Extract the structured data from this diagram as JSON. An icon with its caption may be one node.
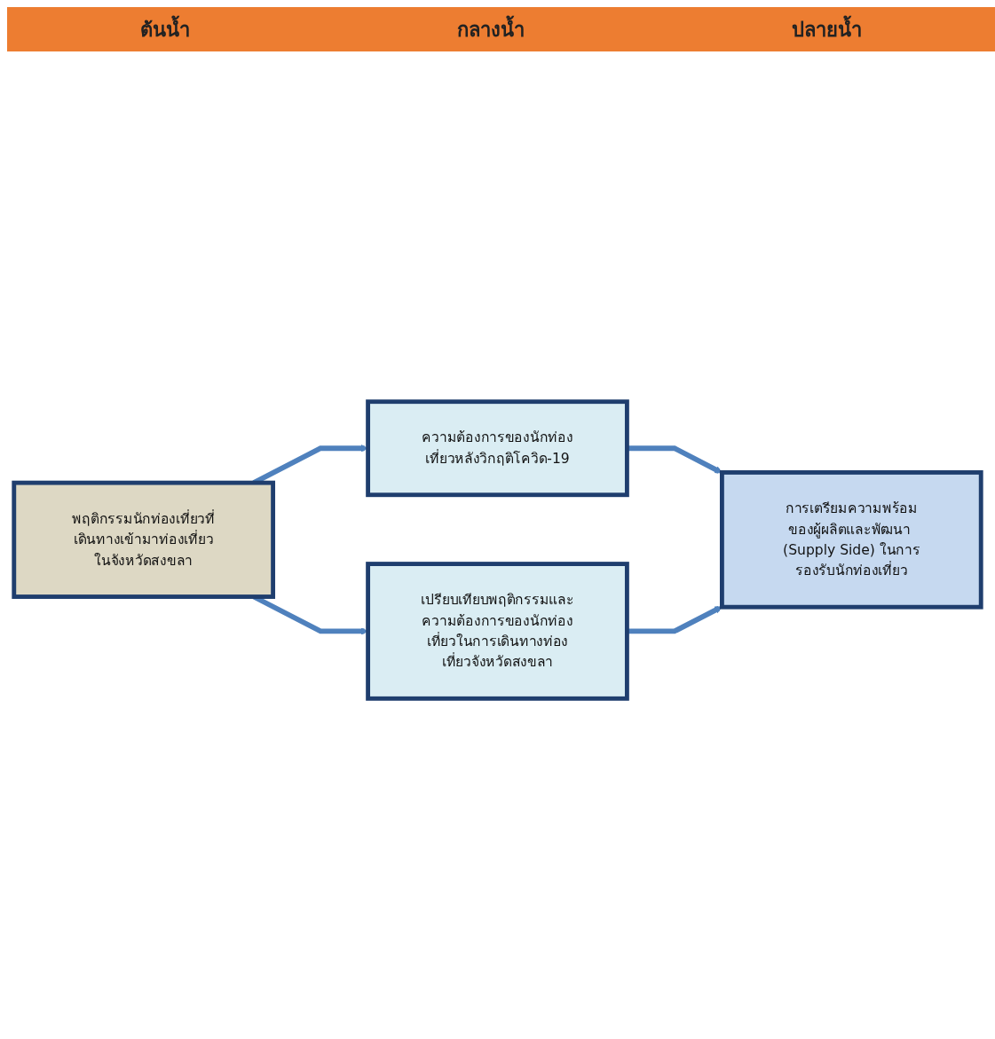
{
  "diagram": {
    "nodes": [
      {
        "text": [
          "พฤติกรรมนักท่องเที่ยวที่เดินทางเข้ามาท่องเที่ยวในจังหวัดสงขลา"
        ]
      },
      {
        "text": [
          "ความต้องการของนักท่องเที่ยวหลังวิกฤติโควิด-19"
        ]
      },
      {
        "text": [
          "เปรียบเทียบพฤติกรรมและความต้องการของนักท่องเที่ยวในการเดินทางท่องเที่ยวจังหวัดสงขลา"
        ]
      },
      {
        "text": [
          "การเตรียมความพร้อมของผู้ผลิตและพัฒนา (Supply Side) ในการรองรับนักท่องเที่ยว"
        ]
      }
    ],
    "edges": [
      {
        "from": 0,
        "to": 1,
        "arrow": "to"
      },
      {
        "from": 0,
        "to": 2,
        "arrow": "to"
      },
      {
        "from": 1,
        "to": 3,
        "arrow": "to"
      },
      {
        "from": 2,
        "to": 3,
        "arrow": "to"
      }
    ],
    "labels": [
      "ต้นน้ำ",
      "กลางน้ำ",
      "ปลายน้ำ"
    ]
  }
}
